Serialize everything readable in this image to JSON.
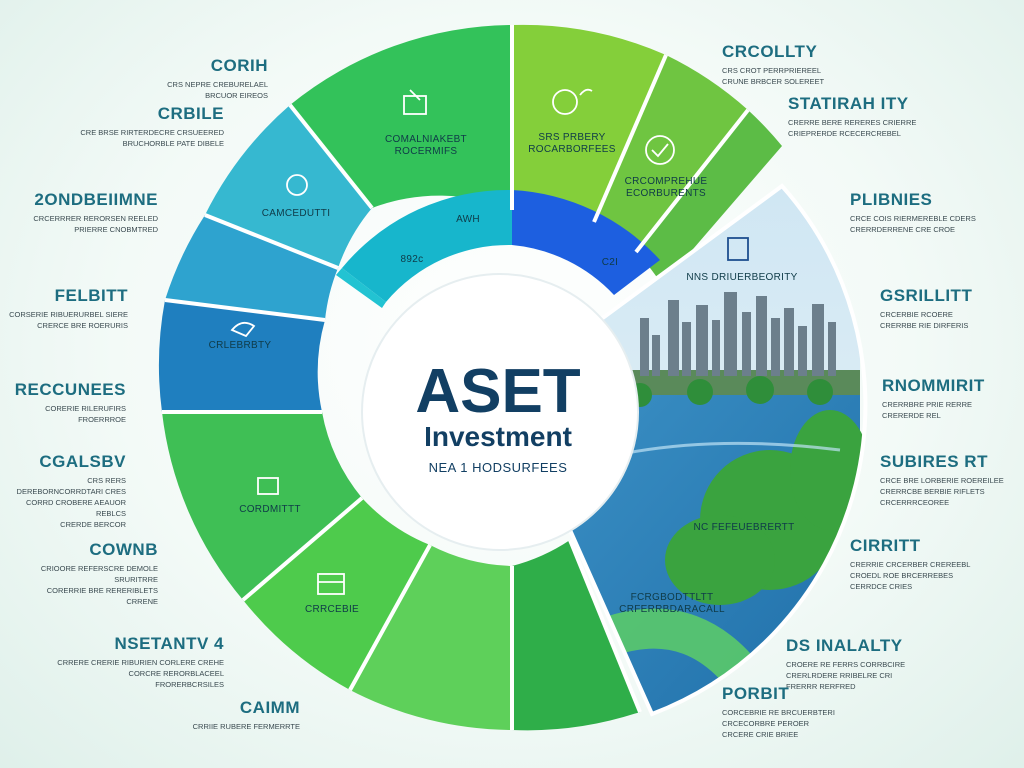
{
  "center": {
    "title": "ASET",
    "subtitle": "Investment",
    "caption": "NEA 1 HODSURFEES"
  },
  "inner_ring": [
    {
      "label": "AWH",
      "color": "#17b6cc"
    },
    {
      "label": "892c",
      "color": "#22c3d2"
    },
    {
      "label": "C2I",
      "color": "#1d5fe0"
    }
  ],
  "segments": [
    {
      "lines": [
        "COMALNIAKEBT",
        "ROCERMIFS"
      ],
      "icon": "box-icon"
    },
    {
      "lines": [
        "SRS PRBERY",
        "ROCARBORFEES"
      ],
      "icon": "plant-icon"
    },
    {
      "lines": [
        "CRCOMPREHUE",
        "ECORBURENTS"
      ],
      "icon": "recycle-icon"
    },
    {
      "lines": [
        "CAMCEDUTTI"
      ],
      "icon": "refresh-icon"
    },
    {
      "lines": [
        "CRLEBRBTY"
      ],
      "icon": "hand-icon"
    },
    {
      "lines": [
        "CORDMITTT"
      ],
      "icon": "device-icon"
    },
    {
      "lines": [
        "CRRCEBIE"
      ],
      "icon": "building-icon"
    },
    {
      "lines": [
        "FCRGBODTTLTT",
        "CRFERRBDARACALL"
      ],
      "icon": ""
    },
    {
      "lines": [
        "NNS DRIUERBEORITY"
      ],
      "icon": "city-icon"
    },
    {
      "lines": [
        "NC FEFEUEBRERTT"
      ],
      "icon": ""
    }
  ],
  "left_labels": [
    {
      "title": "CORIH",
      "desc": [
        "CRS NEPRE CREBURELAEL",
        "BRCUOR EIREOS"
      ]
    },
    {
      "title": "CRBILE",
      "desc": [
        "CRE BRSE RIRTERDECRE CRSUEERED",
        "BRUCHORBLE PATE DIBELE"
      ]
    },
    {
      "title": "2ONDBEIIMNE",
      "desc": [
        "CRCERRRER RERORSEN REELED",
        "PRIERRE CNOBMTRED"
      ]
    },
    {
      "title": "FELBITT",
      "desc": [
        "CORSERIE RIBUERURBEL SIERE",
        "CRERCE BRE ROERURIS"
      ]
    },
    {
      "title": "RECCUNEES",
      "desc": [
        "CORERIE RILERUFIRS",
        "FROERRROE"
      ]
    },
    {
      "title": "CGALSBV",
      "desc": [
        "CRS RERS DEREBORNCORRDTARI CRES",
        "CORRD CROBERE AEAUOR REBLCS",
        "CRERDE BERCOR"
      ]
    },
    {
      "title": "COWNB",
      "desc": [
        "CRIOORE REFERSCRE DEMOLE SRURITRRE",
        "CORERRIE BRE RERERIBLETS",
        "CRRENE"
      ]
    },
    {
      "title": "NSETANTV 4",
      "desc": [
        "CRRERE CRERIE RIBURIEN CORLERE CREHE",
        "CORCRE RERORBLACEEL",
        "FRORERBCRSILES"
      ]
    },
    {
      "title": "CAIMM",
      "desc": [
        "CRRIIE RUBERE FERMERRTE"
      ]
    }
  ],
  "right_labels": [
    {
      "title": "CRCOLLTY",
      "desc": [
        "CRS CROT PERRPRIEREEL",
        "CRUNE BRBCER SOLEREET"
      ]
    },
    {
      "title": "STATIRAH ITY",
      "desc": [
        "CRERRE BERE RERERES CRIERRE",
        "CRIEPRERDE RCECERCREBEL"
      ]
    },
    {
      "title": "PLIBNIES",
      "desc": [
        "CRCE COIS RIERMEREBLE CDERS",
        "CRERRDERRENE CRE CROE"
      ]
    },
    {
      "title": "GSRILLITT",
      "desc": [
        "CRCERBIE RCOERE",
        "CRERRBE RIE DIRFERIS"
      ]
    },
    {
      "title": "RNOMMIRIT",
      "desc": [
        "CRERRBRE PRIE RERRE",
        "CRERERDE REL"
      ]
    },
    {
      "title": "SUBIRES RT",
      "desc": [
        "CRCE BRE LORBERIE ROEREILEE",
        "CRERRCBE BERBIE RIFLETS",
        "CRCERRRCEOREE"
      ]
    },
    {
      "title": "CIRRITT",
      "desc": [
        "CRERRIE CRCERBER CREREEBL",
        "CROEDL ROE BRCERREBES",
        "CERRDCE CRIES"
      ]
    },
    {
      "title": "DS INALALTY",
      "desc": [
        "CROERE RE FERRS CORRBCIRE",
        "CRERLRDERE RRIBELRE CRI",
        "FRERRR RERFRED"
      ]
    },
    {
      "title": "PORBIT",
      "desc": [
        "CORCEBRIE RE BRCUERBTERI",
        "CRCECORBRE PEROER",
        "CRCERE CRIE BRIEE"
      ]
    }
  ],
  "colors": {
    "label_title": "#1d6d80",
    "center_text": "#123f63",
    "green_dark": "#33b95c",
    "green_mid": "#55c84a",
    "green_light": "#8fd43a",
    "teal": "#2aa6c8",
    "blue": "#1d5fe0"
  }
}
